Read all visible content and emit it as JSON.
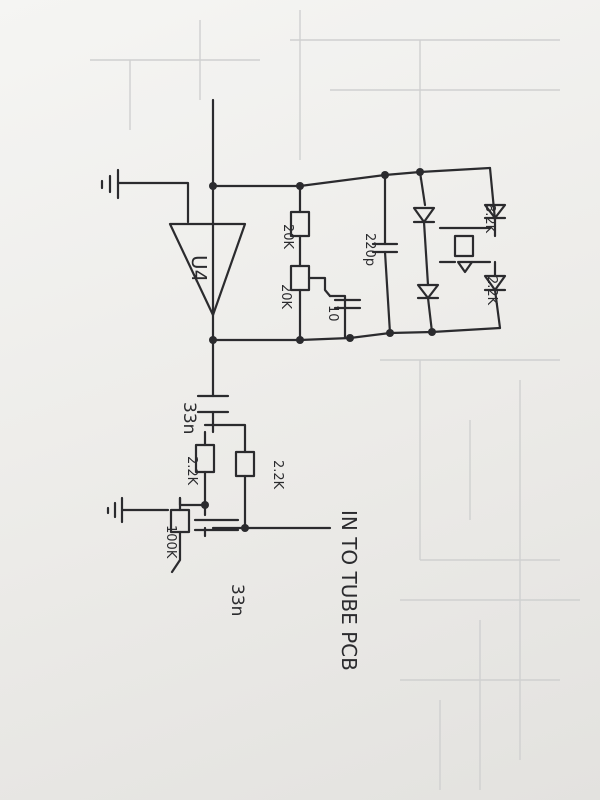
{
  "diagram": {
    "opamp_label": "U4",
    "resistors": {
      "r1": "20K",
      "r2": "20K",
      "r_diode_a": "8.2K",
      "r_diode_b": "2.2K",
      "r_in_a": "2.2K",
      "r_in_b": "2.2K",
      "r_pulldown": "100K"
    },
    "capacitors": {
      "c_feedback": "220p",
      "c_small": "10",
      "c_coupling": "33n",
      "c_output": "33n"
    },
    "output_label": "IN TO TUBE PCB"
  }
}
